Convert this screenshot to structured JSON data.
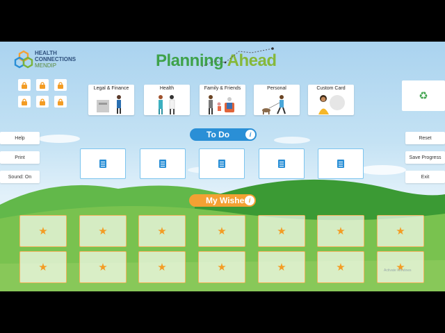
{
  "header": {
    "logo_line1": "HEALTH",
    "logo_line2": "CONNECTIONS",
    "logo_line3": "MENDIP",
    "title_part1": "Planning",
    "title_part2": "Ahead"
  },
  "categories": [
    {
      "label": "Legal & Finance"
    },
    {
      "label": "Health"
    },
    {
      "label": "Family & Friends"
    },
    {
      "label": "Personal"
    },
    {
      "label": "Custom Card"
    }
  ],
  "side_left": {
    "help": "Help",
    "print": "Print",
    "sound": "Sound: On"
  },
  "side_right": {
    "reset": "Reset",
    "save": "Save Progress",
    "exit": "Exit"
  },
  "sections": {
    "todo": "To Do",
    "wishes": "My Wishes",
    "info_glyph": "i"
  },
  "icons": {
    "lock": "lock-icon",
    "recycle": "recycle-icon",
    "note": "note-icon",
    "star": "star-icon"
  },
  "colors": {
    "todo_blue": "#2a8fd6",
    "wish_orange": "#f4a133",
    "title_green": "#3ea24a",
    "hill_green": "#4aa33d"
  },
  "glyphs": {
    "star": "★",
    "recycle": "♻"
  },
  "watermark": "Activate Windows"
}
